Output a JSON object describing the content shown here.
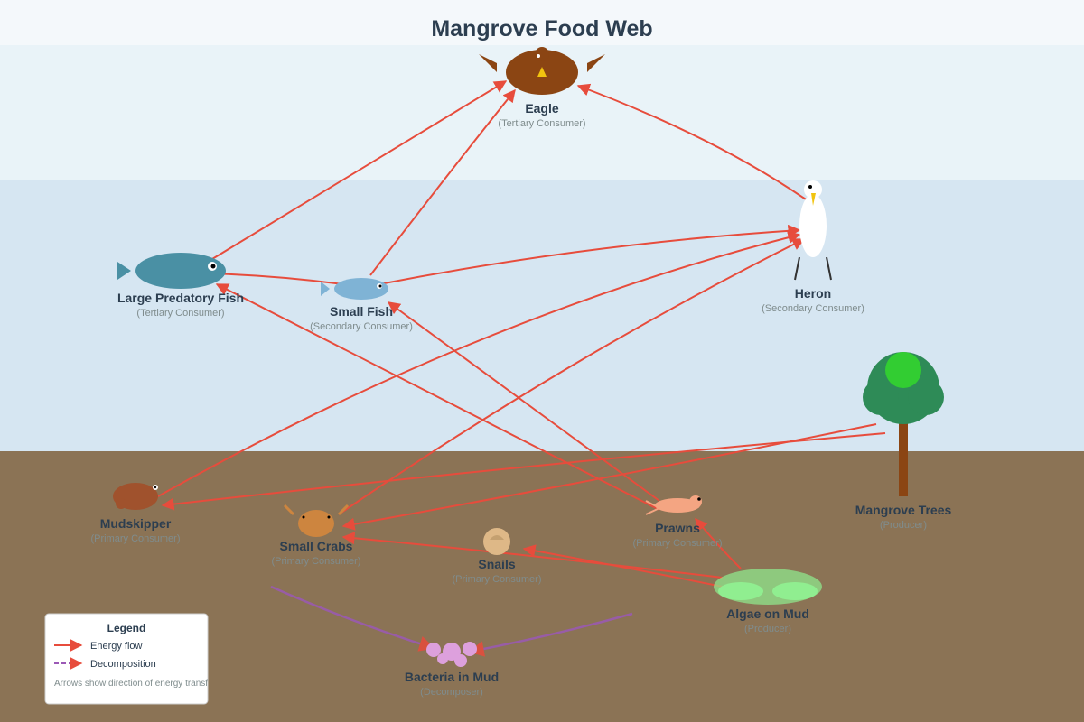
{
  "title": "Mangrove Food Web",
  "colors": {
    "energy_flow": "#e74c3c",
    "decomposition": "#9b59b6",
    "sky_top": "#f4f8fb",
    "sky": "#e9f3f8",
    "water": "#d6e6f2",
    "mud": "#8b7355"
  },
  "organisms": {
    "eagle": {
      "name": "Eagle",
      "role": "(Tertiary Consumer)",
      "icon": "eagle-icon"
    },
    "heron": {
      "name": "Heron",
      "role": "(Secondary Consumer)",
      "icon": "heron-icon"
    },
    "large_fish": {
      "name": "Large Predatory Fish",
      "role": "(Tertiary Consumer)",
      "icon": "large-fish-icon"
    },
    "small_fish": {
      "name": "Small Fish",
      "role": "(Secondary Consumer)",
      "icon": "small-fish-icon"
    },
    "mangrove": {
      "name": "Mangrove Trees",
      "role": "(Producer)",
      "icon": "mangrove-tree-icon"
    },
    "mudskipper": {
      "name": "Mudskipper",
      "role": "(Primary Consumer)",
      "icon": "mudskipper-icon"
    },
    "crabs": {
      "name": "Small Crabs",
      "role": "(Primary Consumer)",
      "icon": "crab-icon"
    },
    "snails": {
      "name": "Snails",
      "role": "(Primary Consumer)",
      "icon": "snail-icon"
    },
    "prawns": {
      "name": "Prawns",
      "role": "(Primary Consumer)",
      "icon": "prawn-icon"
    },
    "algae": {
      "name": "Algae on Mud",
      "role": "(Producer)",
      "icon": "algae-icon"
    },
    "bacteria": {
      "name": "Bacteria in Mud",
      "role": "(Decomposer)",
      "icon": "bacteria-icon"
    }
  },
  "links": [
    {
      "from": "mangrove",
      "to": "mudskipper",
      "type": "energy"
    },
    {
      "from": "mangrove",
      "to": "crabs",
      "type": "energy"
    },
    {
      "from": "algae",
      "to": "crabs",
      "type": "energy"
    },
    {
      "from": "algae",
      "to": "snails",
      "type": "energy"
    },
    {
      "from": "algae",
      "to": "prawns",
      "type": "energy"
    },
    {
      "from": "prawns",
      "to": "small_fish",
      "type": "energy"
    },
    {
      "from": "prawns",
      "to": "large_fish",
      "type": "energy"
    },
    {
      "from": "small_fish",
      "to": "large_fish",
      "type": "energy"
    },
    {
      "from": "small_fish",
      "to": "heron",
      "type": "energy"
    },
    {
      "from": "small_fish",
      "to": "eagle",
      "type": "energy"
    },
    {
      "from": "mudskipper",
      "to": "heron",
      "type": "energy"
    },
    {
      "from": "crabs",
      "to": "heron",
      "type": "energy"
    },
    {
      "from": "large_fish",
      "to": "eagle",
      "type": "energy"
    },
    {
      "from": "heron",
      "to": "eagle",
      "type": "energy"
    },
    {
      "from": "crabs",
      "to": "bacteria",
      "type": "decomposition"
    },
    {
      "from": "algae",
      "to": "bacteria",
      "type": "decomposition"
    }
  ],
  "legend": {
    "title": "Legend",
    "energy_label": "Energy flow",
    "decomposition_label": "Decomposition",
    "note": "Arrows show direction of energy transfer"
  }
}
